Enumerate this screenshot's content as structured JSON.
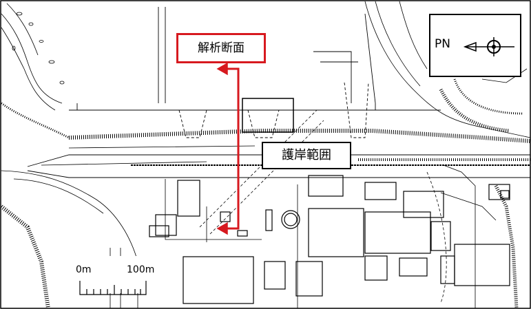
{
  "map": {
    "section_label": "解析断面",
    "revetment_label": "護岸範囲",
    "north": {
      "text": "PN",
      "icon": "north-arrow-icon"
    },
    "scale": {
      "start": "0m",
      "end": "100m"
    }
  },
  "colors": {
    "section_line": "#d7191f",
    "linework": "#000000",
    "background": "#ffffff"
  }
}
